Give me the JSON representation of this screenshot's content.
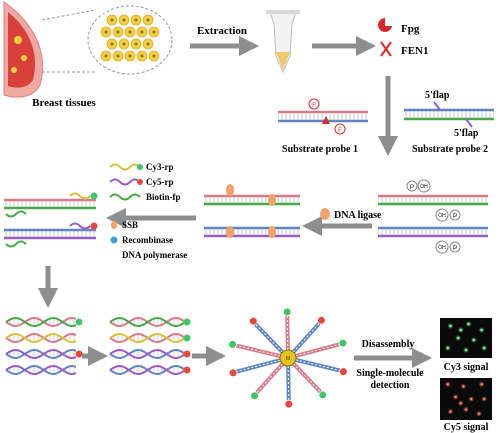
{
  "labels": {
    "breast_tissues": "Breast tissues",
    "extraction": "Extraction",
    "fpg": "Fpg",
    "fen1": "FEN1",
    "substrate_probe_1": "Substrate probe 1",
    "substrate_probe_2": "Substrate probe 2",
    "flap_top": "5'flap",
    "flap_bottom": "5'flap",
    "dna_ligase": "DNA ligase",
    "cy3_rp": "Cy3-rp",
    "cy5_rp": "Cy5-rp",
    "biotin_fp": "Biotin-fp",
    "ssb": "SSB",
    "recombinase": "Recombinase",
    "dna_polymerase": "DNA polymerase",
    "disassembly": "Disassembly",
    "single_molecule_1": "Single-molecule",
    "single_molecule_2": "detection",
    "cy3_signal": "Cy3 signal",
    "cy5_signal": "Cy5 signal",
    "glyph_f": "F",
    "glyph_p": "P",
    "glyph_oh": "OH",
    "glyph_m": "M"
  },
  "colors": {
    "arrow": "#8e8e8e",
    "tissue_red": "#d8403a",
    "tissue_pink": "#f0a9a4",
    "tissue_tan": "#e8c8a0",
    "cell_yellow": "#f4d03f",
    "strand_pink": "#d77a8a",
    "strand_blue": "#5f86c2",
    "strand_yellow": "#d8c23a",
    "strand_green": "#4aa84a",
    "strand_purple": "#9a5cc2",
    "dot_red": "#e8473a",
    "dot_green": "#3fc46a",
    "bead_yellow": "#e6c21a",
    "ssb_orange": "#f2a26a",
    "panel_bg": "#0a0a0a"
  },
  "icons": [
    "fpg-enzyme-icon",
    "fen1-scissors-icon",
    "tube-icon",
    "magnetic-bead-icon"
  ]
}
